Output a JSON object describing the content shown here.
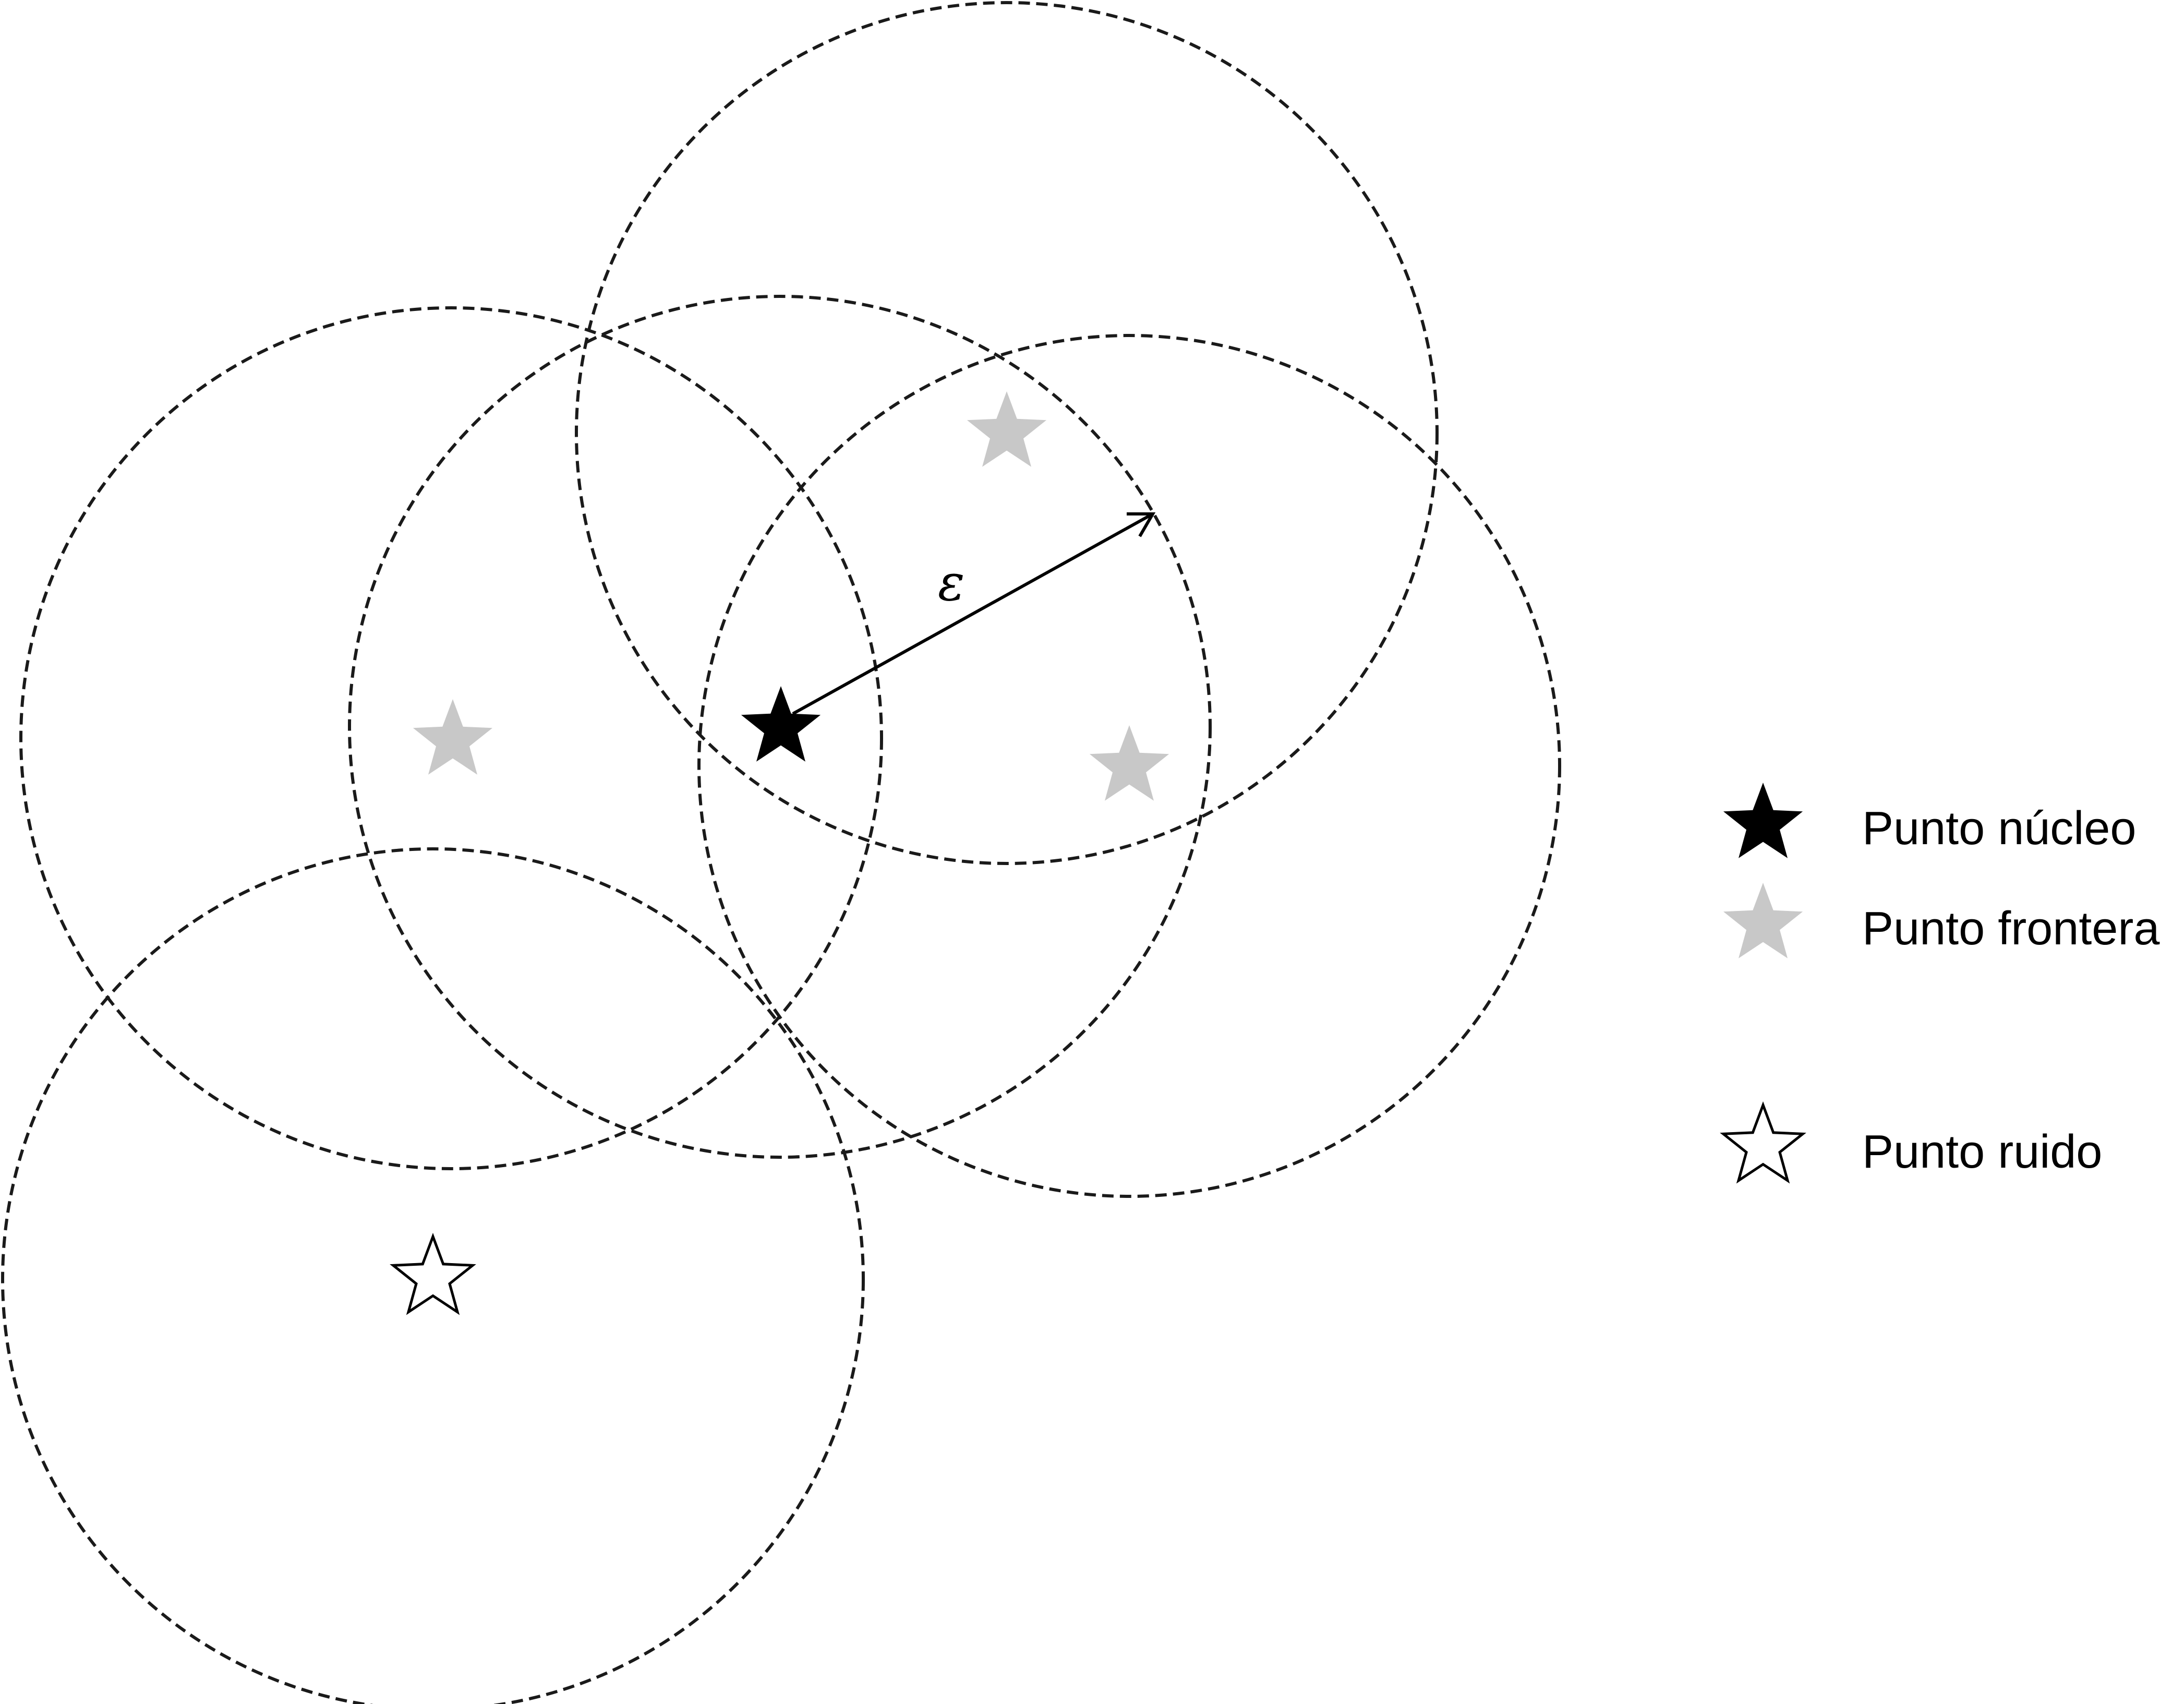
{
  "diagram": {
    "radius_label": "ε",
    "colors": {
      "core": "#000000",
      "border": "#c8c8c8",
      "noise_fill": "#ffffff",
      "noise_stroke": "#000000",
      "circle_stroke": "#1a1a1a"
    },
    "points": [
      {
        "type": "core",
        "icon": "filled-star-black"
      },
      {
        "type": "border",
        "icon": "filled-star-gray"
      },
      {
        "type": "border",
        "icon": "filled-star-gray"
      },
      {
        "type": "border",
        "icon": "filled-star-gray"
      },
      {
        "type": "noise",
        "icon": "outline-star"
      }
    ]
  },
  "legend": {
    "core_label": "Punto núcleo",
    "border_label": "Punto frontera",
    "noise_label": "Punto ruido"
  }
}
